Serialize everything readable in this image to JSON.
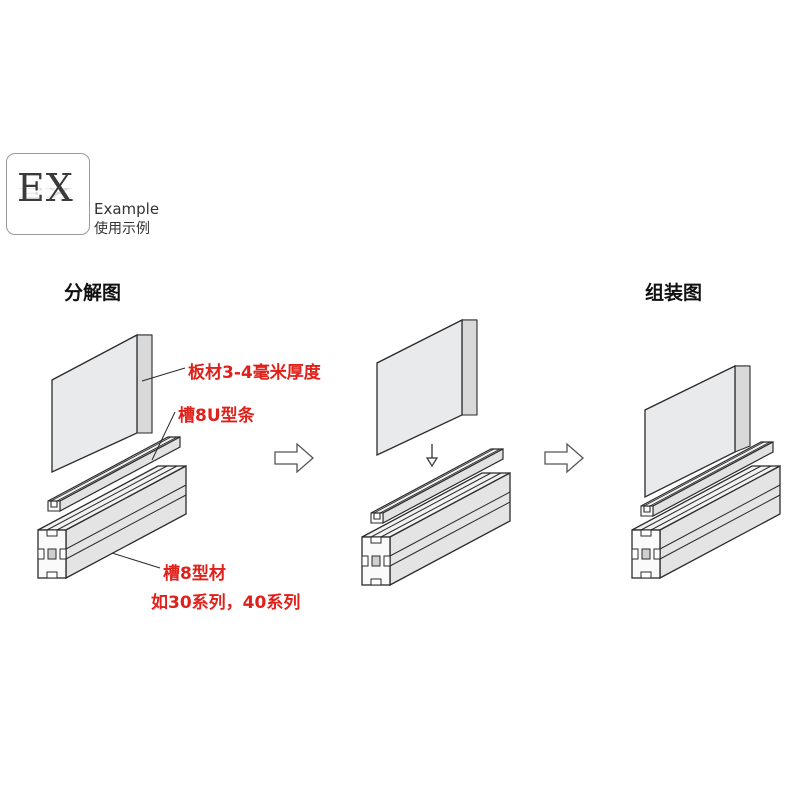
{
  "badge": {
    "letters": "EX",
    "title_en": "Example",
    "title_cn": "使用示例"
  },
  "headings": {
    "exploded": "分解图",
    "assembled": "组装图"
  },
  "callouts": {
    "panel": "板材3-4毫米厚度",
    "strip": "槽8U型条",
    "profile": "槽8型材",
    "series": "如30系列，40系列"
  },
  "colors": {
    "callout": "#e0201b",
    "panel_fill": "#e9eaec",
    "outline": "#2b2b2b"
  },
  "icons": {
    "step_arrow": "hollow-right-arrow",
    "insert_arrow": "down-arrow"
  }
}
